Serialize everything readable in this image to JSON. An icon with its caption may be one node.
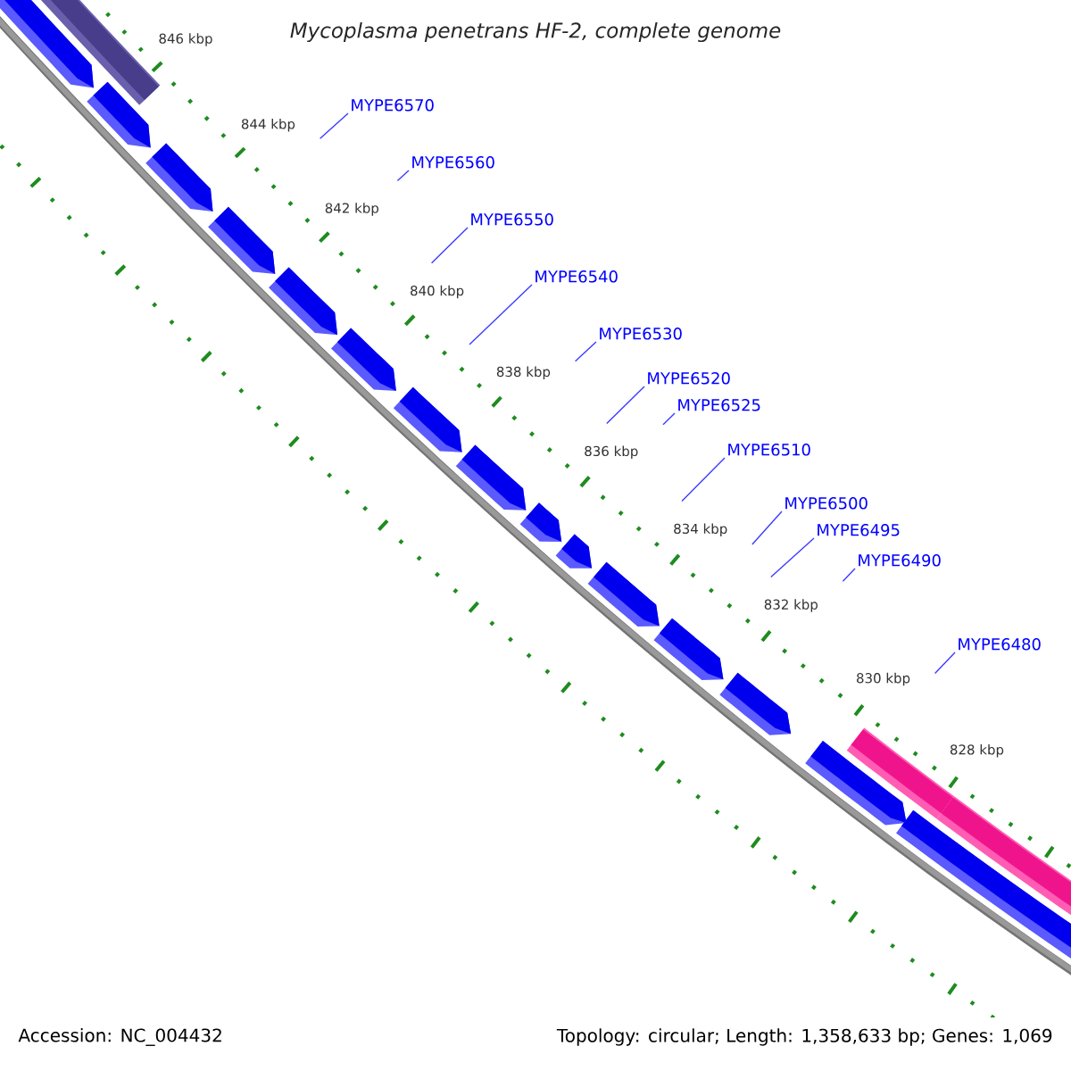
{
  "diagram": {
    "title": "Mycoplasma penetrans HF-2, complete genome",
    "nodes": [
      {
        "text": [
          "MYPE6570"
        ]
      },
      {
        "text": [
          "MYPE6560"
        ]
      },
      {
        "text": [
          "MYPE6550"
        ]
      },
      {
        "text": [
          "MYPE6540"
        ]
      },
      {
        "text": [
          "MYPE6530"
        ]
      },
      {
        "text": [
          "MYPE6520"
        ]
      },
      {
        "text": [
          "MYPE6525"
        ]
      },
      {
        "text": [
          "MYPE6510"
        ]
      },
      {
        "text": [
          "MYPE6500"
        ]
      },
      {
        "text": [
          "MYPE6495"
        ]
      },
      {
        "text": [
          "MYPE6490"
        ]
      },
      {
        "text": [
          "MYPE6480"
        ]
      }
    ],
    "edges": [
      {
        "from": 0,
        "to": null,
        "arrow": "none"
      },
      {
        "from": 1,
        "to": null,
        "arrow": "none"
      },
      {
        "from": 2,
        "to": null,
        "arrow": "none"
      },
      {
        "from": 3,
        "to": null,
        "arrow": "none"
      },
      {
        "from": 4,
        "to": null,
        "arrow": "none"
      },
      {
        "from": 5,
        "to": null,
        "arrow": "none"
      },
      {
        "from": 6,
        "to": null,
        "arrow": "none"
      },
      {
        "from": 7,
        "to": null,
        "arrow": "none"
      },
      {
        "from": 8,
        "to": null,
        "arrow": "none"
      },
      {
        "from": 9,
        "to": null,
        "arrow": "none"
      },
      {
        "from": 10,
        "to": null,
        "arrow": "none"
      },
      {
        "from": 11,
        "to": null,
        "arrow": "none"
      }
    ],
    "labels": [
      "846 kbp",
      "844 kbp",
      "842 kbp",
      "840 kbp",
      "838 kbp",
      "836 kbp",
      "834 kbp",
      "832 kbp",
      "830 kbp",
      "828 kbp",
      "Accession: NC_004432",
      "Topology: circular; Length: 1,358,633 bp; Genes: 1,069"
    ]
  }
}
